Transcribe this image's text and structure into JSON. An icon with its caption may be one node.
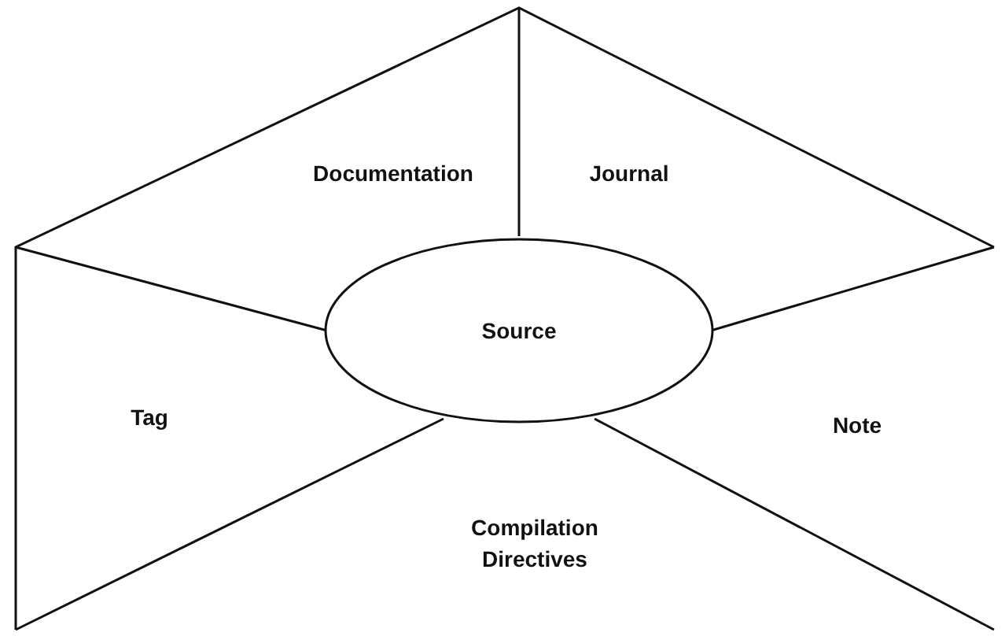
{
  "diagram": {
    "nodes": [
      {
        "text": [
          "Documentation"
        ]
      },
      {
        "text": [
          "Journal"
        ]
      },
      {
        "text": [
          "Source"
        ]
      },
      {
        "text": [
          "Tag"
        ]
      },
      {
        "text": [
          "Note"
        ]
      },
      {
        "text": [
          "Compilation Directives"
        ]
      }
    ]
  }
}
